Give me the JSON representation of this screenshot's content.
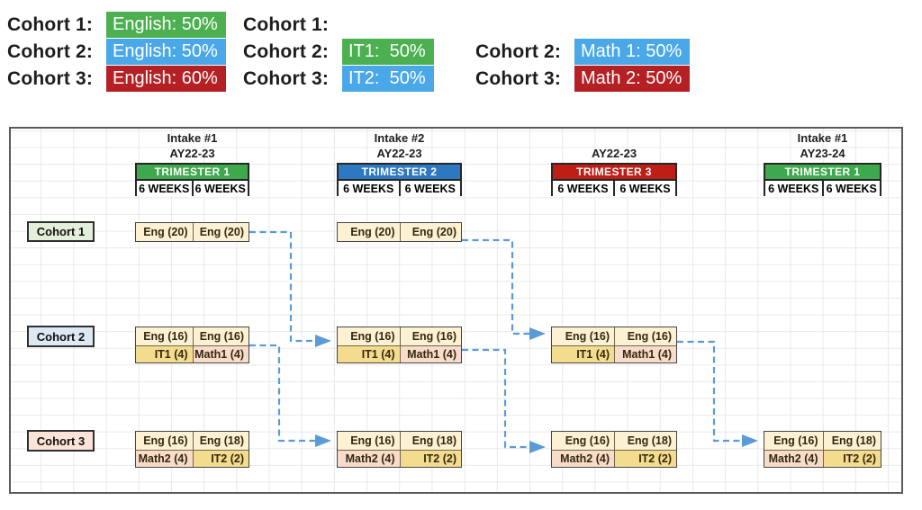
{
  "legend": {
    "groups": [
      {
        "rows": [
          {
            "label": "Cohort 1:",
            "value": "English: 50%",
            "highlight": "green"
          },
          {
            "label": "Cohort 2:",
            "value": "English: 50%",
            "highlight": "blue"
          },
          {
            "label": "Cohort 3:",
            "value": "English: 60%",
            "highlight": "red"
          }
        ]
      },
      {
        "rows": [
          {
            "label": "Cohort 1:",
            "value": "",
            "highlight": "none"
          },
          {
            "label": "Cohort 2:",
            "value": "IT1:  50%",
            "highlight": "green"
          },
          {
            "label": "Cohort 3:",
            "value": "IT2:  50%",
            "highlight": "blue"
          }
        ]
      },
      {
        "rows": [
          {
            "label": "Cohort 2:",
            "value": "Math 1: 50%",
            "highlight": "blue"
          },
          {
            "label": "Cohort 3:",
            "value": "Math 2: 50%",
            "highlight": "red"
          }
        ]
      }
    ]
  },
  "timeline": {
    "trimesters": [
      {
        "intake": "Intake #1",
        "ay": "AY22-23",
        "title": "TRIMESTER 1",
        "color": "#3EA94C",
        "weeks": [
          "6 WEEKS",
          "6 WEEKS"
        ]
      },
      {
        "intake": "Intake #2",
        "ay": "AY22-23",
        "title": "TRIMESTER 2",
        "color": "#2E78C2",
        "weeks": [
          "6 WEEKS",
          "6 WEEKS"
        ]
      },
      {
        "intake": "",
        "ay": "AY22-23",
        "title": "TRIMESTER 3",
        "color": "#BE1E15",
        "weeks": [
          "6 WEEKS",
          "6 WEEKS"
        ]
      },
      {
        "intake": "Intake #1",
        "ay": "AY23-24",
        "title": "TRIMESTER 1",
        "color": "#3EA94C",
        "weeks": [
          "6 WEEKS",
          "6 WEEKS"
        ]
      }
    ]
  },
  "cohorts": [
    {
      "name": "Cohort 1",
      "label_bg": "#E2EFDA",
      "blocks": [
        {
          "trimester": 1,
          "rows": [
            [
              "Eng (20)",
              "Eng (20)"
            ]
          ]
        },
        {
          "trimester": 2,
          "rows": [
            [
              "Eng (20)",
              "Eng (20)"
            ]
          ]
        }
      ]
    },
    {
      "name": "Cohort 2",
      "label_bg": "#DCE9F5",
      "blocks": [
        {
          "trimester": 1,
          "rows": [
            [
              "Eng (16)",
              "Eng (16)"
            ],
            [
              "IT1 (4)",
              "Math1 (4)"
            ]
          ]
        },
        {
          "trimester": 2,
          "rows": [
            [
              "Eng (16)",
              "Eng (16)"
            ],
            [
              "IT1 (4)",
              "Math1 (4)"
            ]
          ]
        },
        {
          "trimester": 3,
          "rows": [
            [
              "Eng (16)",
              "Eng (16)"
            ],
            [
              "IT1 (4)",
              "Math1 (4)"
            ]
          ]
        }
      ]
    },
    {
      "name": "Cohort 3",
      "label_bg": "#FBE3D8",
      "blocks": [
        {
          "trimester": 1,
          "rows": [
            [
              "Eng (16)",
              "Eng (18)"
            ],
            [
              "Math2 (4)",
              "IT2 (2)"
            ]
          ]
        },
        {
          "trimester": 2,
          "rows": [
            [
              "Eng (16)",
              "Eng (18)"
            ],
            [
              "Math2 (4)",
              "IT2 (2)"
            ]
          ]
        },
        {
          "trimester": 3,
          "rows": [
            [
              "Eng (16)",
              "Eng (18)"
            ],
            [
              "Math2 (4)",
              "IT2 (2)"
            ]
          ]
        },
        {
          "trimester": 4,
          "rows": [
            [
              "Eng (16)",
              "Eng (18)"
            ],
            [
              "Math2 (4)",
              "IT2 (2)"
            ]
          ]
        }
      ]
    }
  ],
  "colors": {
    "legend_green": "#4CAF50",
    "legend_blue": "#4AA7E8",
    "legend_red": "#B52025",
    "trimester_green": "#3EA94C",
    "trimester_blue": "#2E78C2",
    "trimester_red": "#BE1E15",
    "cohort1_label_bg": "#E2EFDA",
    "cohort2_label_bg": "#DCE9F5",
    "cohort3_label_bg": "#FBE3D8",
    "cell_eng": "#FCF1D2",
    "cell_it": "#F4DC8F",
    "cell_math": "#F7DBCB",
    "connector": "#5B9BD5"
  }
}
